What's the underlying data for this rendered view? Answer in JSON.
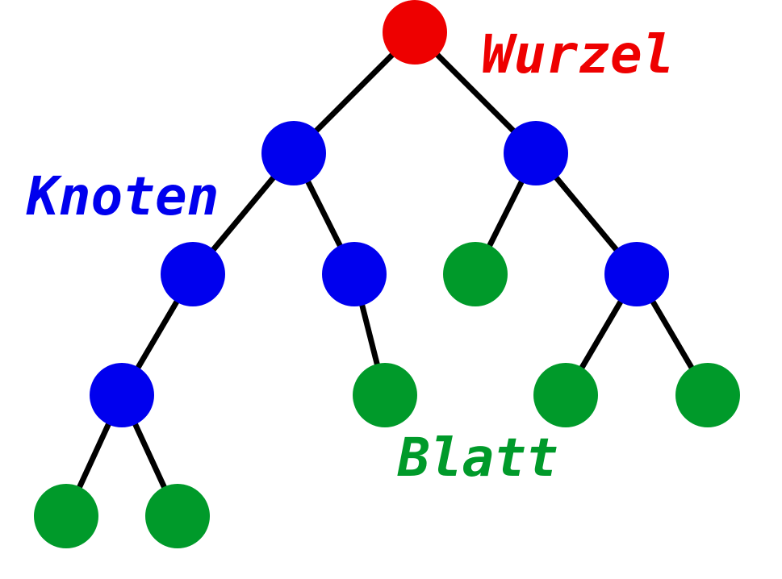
{
  "colors": {
    "root": "#ee0000",
    "inner": "#0000ee",
    "leaf": "#009a2a",
    "edge": "#000000",
    "background": "#ffffff"
  },
  "labels": {
    "root": "Wurzel",
    "inner": "Knoten",
    "leaf": "Blatt"
  },
  "tree": {
    "nodes": [
      {
        "id": "n0",
        "kind": "root"
      },
      {
        "id": "n1",
        "kind": "inner"
      },
      {
        "id": "n2",
        "kind": "inner"
      },
      {
        "id": "n3",
        "kind": "inner"
      },
      {
        "id": "n4",
        "kind": "inner"
      },
      {
        "id": "n5",
        "kind": "leaf"
      },
      {
        "id": "n6",
        "kind": "inner"
      },
      {
        "id": "n7",
        "kind": "inner"
      },
      {
        "id": "n8",
        "kind": "leaf"
      },
      {
        "id": "n9",
        "kind": "leaf"
      },
      {
        "id": "n10",
        "kind": "leaf"
      },
      {
        "id": "n11",
        "kind": "leaf"
      },
      {
        "id": "n12",
        "kind": "leaf"
      }
    ],
    "edges": [
      [
        "n0",
        "n1"
      ],
      [
        "n0",
        "n2"
      ],
      [
        "n1",
        "n3"
      ],
      [
        "n1",
        "n4"
      ],
      [
        "n2",
        "n5"
      ],
      [
        "n2",
        "n6"
      ],
      [
        "n3",
        "n7"
      ],
      [
        "n4",
        "n8"
      ],
      [
        "n6",
        "n9"
      ],
      [
        "n6",
        "n10"
      ],
      [
        "n7",
        "n11"
      ],
      [
        "n7",
        "n12"
      ]
    ]
  }
}
